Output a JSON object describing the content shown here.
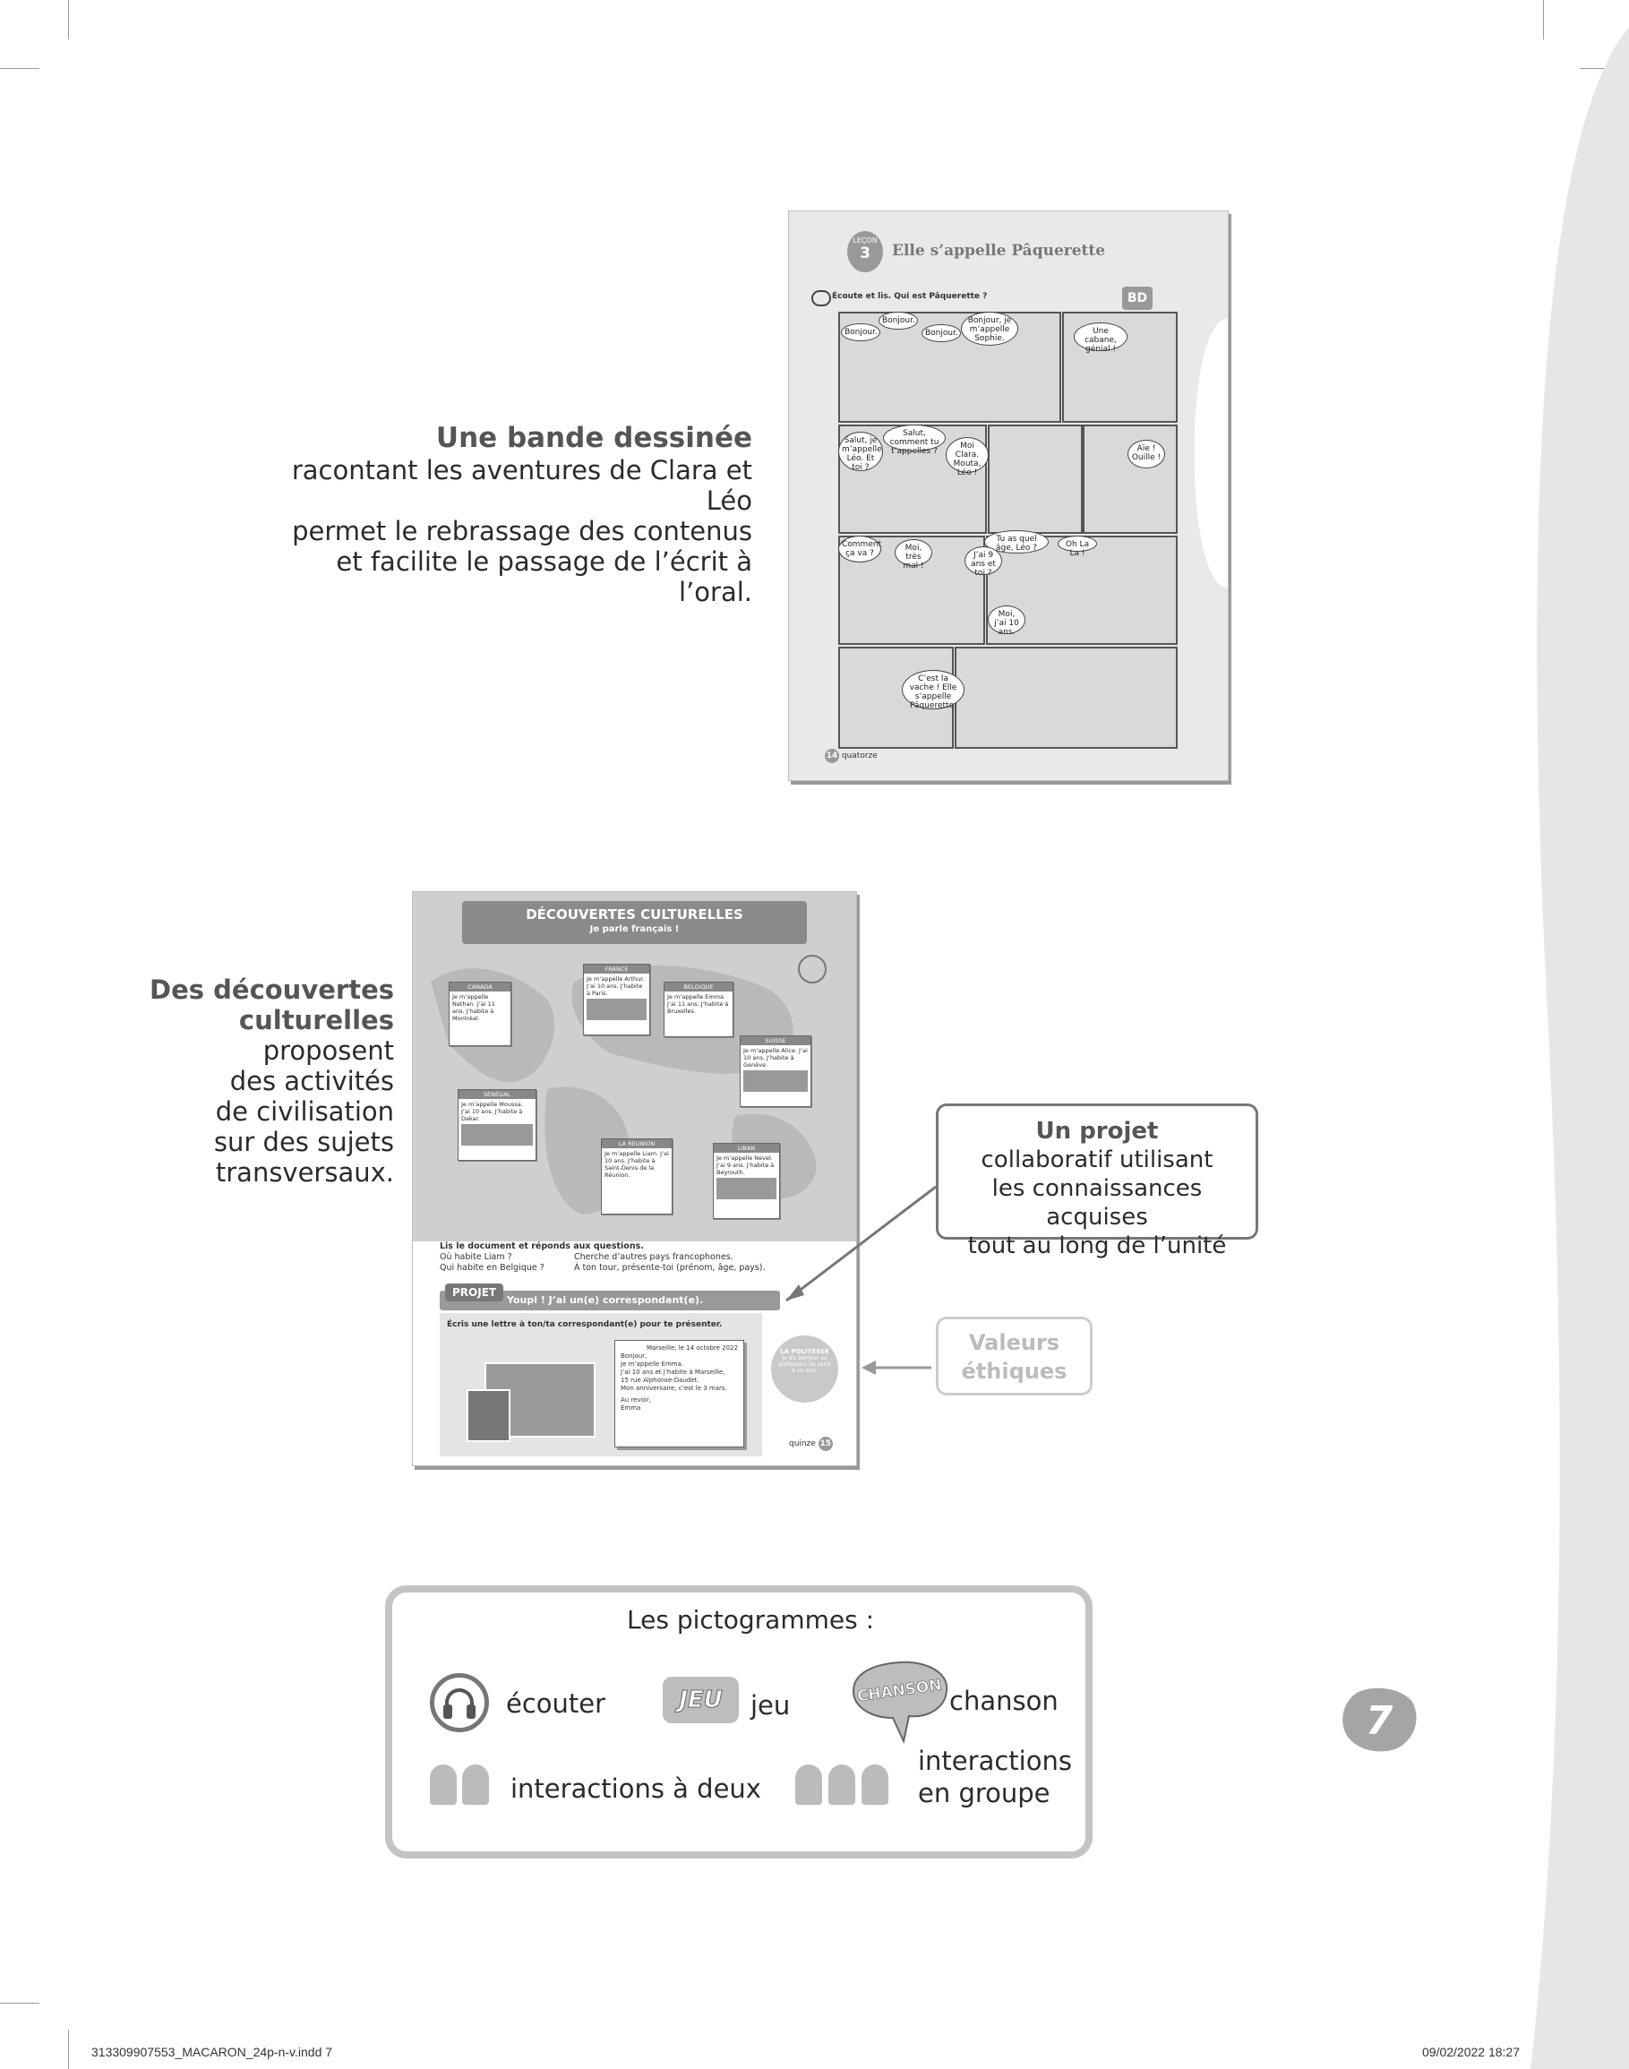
{
  "section1": {
    "heading": "Une bande dessinée",
    "lines": [
      "racontant les aventures de Clara et Léo",
      "permet le rebrassage des contenus",
      "et facilite le passage de l’écrit à l’oral."
    ]
  },
  "thumb1": {
    "lecon_label": "LEÇON",
    "lecon_number": "3",
    "title": "Elle s’appelle Pâquerette",
    "badge": "BD",
    "instruction": "Écoute et lis. Qui est Pâquerette ?",
    "bubbles": [
      "Bonjour.",
      "Bonjour.",
      "Bonjour.",
      "Bonjour, je m’appelle Sophie.",
      "Une cabane, génial !",
      "Salut, je m’appelle Léo. Et toi ?",
      "Salut, comment tu t’appelles ?",
      "Moi Clara. Mouta, Léo !",
      "Aïe ! Ouille !",
      "Comment ça va ?",
      "Moi, très mal !",
      "Tu as quel âge, Léo ?",
      "J’ai 9 ans et toi ?",
      "Oh La La !",
      "Moi, j’ai 10 ans.",
      "C’est la vache ! Elle s’appelle Pâquerette."
    ],
    "page_number": "14",
    "page_word": "quatorze"
  },
  "section2": {
    "heading_line1": "Des découvertes",
    "heading_line2": "culturelles",
    "lines": [
      "proposent",
      "des activités",
      "de civilisation",
      "sur des sujets",
      "transversaux."
    ]
  },
  "thumb2": {
    "title": "DÉCOUVERTES CULTURELLES",
    "subtitle": "Je parle français !",
    "cards": [
      {
        "country": "CANADA",
        "text": "Je m’appelle Nathan. J’ai 11 ans. J’habite à Montréal."
      },
      {
        "country": "FRANCE",
        "text": "Je m’appelle Arthur. J’ai 10 ans. J’habite à Paris."
      },
      {
        "country": "BELGIQUE",
        "text": "Je m’appelle Emma. J’ai 11 ans. J’habite à Bruxelles."
      },
      {
        "country": "SUISSE",
        "text": "Je m’appelle Alice. J’ai 10 ans. J’habite à Genève."
      },
      {
        "country": "SÉNÉGAL",
        "text": "Je m’appelle Moussa. J’ai 10 ans. J’habite à Dakar."
      },
      {
        "country": "LA RÉUNION",
        "text": "Je m’appelle Liam. J’ai 10 ans. J’habite à Saint-Denis de la Réunion."
      },
      {
        "country": "LIBAN",
        "text": "Je m’appelle Nevel. J’ai 9 ans. J’habite à Beyrouth."
      }
    ],
    "questions_title": "Lis le document et réponds aux questions.",
    "questions": [
      "Où habite Liam ?",
      "Qui habite en Belgique ?",
      "Cherche d’autres pays francophones.",
      "À ton tour, présente-toi (prénom, âge, pays)."
    ],
    "projet_label": "PROJET",
    "projet_title": "Youpi ! J’ai un(e) correspondant(e).",
    "projet_instruction": "Écris une lettre à ton/ta correspondant(e) pour te présenter.",
    "letter_lines": [
      "Marseille, le 14 octobre 2022",
      "Bonjour,",
      "Je m’appelle Emma.",
      "J’ai 10 ans et j’habite à Marseille,",
      "15 rue Alphonse-Daudet.",
      "Mon anniversaire, c’est le 3 mars.",
      "Au revoir,",
      "Emma"
    ],
    "politesse_title": "LA POLITESSE",
    "politesse_text": "Je dis bonjour au professeur ou salut à un ami.",
    "page_word": "quinze",
    "page_number": "15"
  },
  "callout_projet": {
    "heading": "Un projet",
    "lines": [
      "collaboratif utilisant",
      "les connaissances acquises",
      "tout au long de l’unité"
    ]
  },
  "callout_valeurs": {
    "line1": "Valeurs",
    "line2": "éthiques"
  },
  "legend": {
    "title": "Les pictogrammes :",
    "ecouter": "écouter",
    "jeu_badge": "JEU",
    "jeu": "jeu",
    "chanson_badge": "CHANSON",
    "chanson": "chanson",
    "interactions_deux": "interactions à deux",
    "interactions_groupe_1": "interactions",
    "interactions_groupe_2": "en groupe"
  },
  "page_number": "7",
  "footer": {
    "file": "313309907553_MACARON_24p-n-v.indd   7",
    "date": "09/02/2022   18:27"
  },
  "colors": {
    "gray_dark": "#555555",
    "gray_light": "#cccccc",
    "swoosh": "#e6e6e6"
  }
}
